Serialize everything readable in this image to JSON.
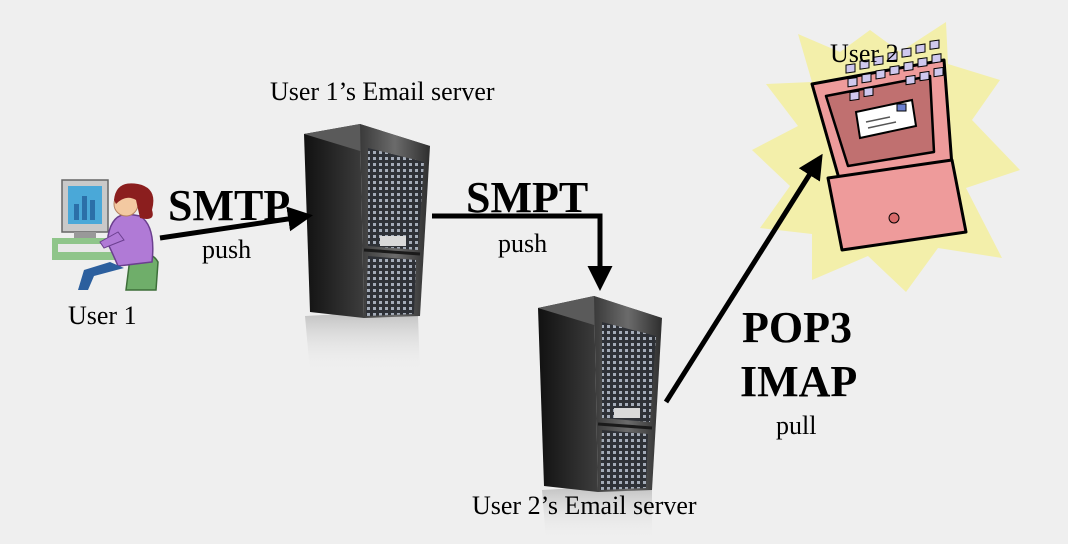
{
  "diagram": {
    "user1": {
      "name": "User 1"
    },
    "user2": {
      "name": "User 2"
    },
    "server1": {
      "name": "User 1’s Email server"
    },
    "server2": {
      "name": "User 2’s Email server"
    },
    "hop1": {
      "protocol": "SMTP",
      "direction": "push"
    },
    "hop2": {
      "protocol": "SMPT",
      "direction": "push"
    },
    "hop3": {
      "protocols": [
        "POP3",
        "IMAP"
      ],
      "direction": "pull"
    }
  },
  "colors": {
    "background": "#efefef",
    "starburst": "#f3efaa",
    "computer_body": "#ee9b9b",
    "computer_screen": "#c07070",
    "keyboard": "#cfc8ee",
    "server_dark": "#2a2a2a",
    "arrow": "#000000"
  }
}
